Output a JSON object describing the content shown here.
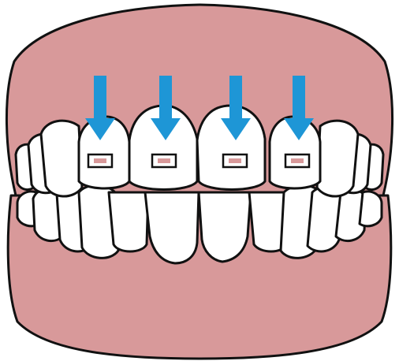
{
  "diagram": {
    "subject": "dental-braces-intrusion",
    "colors": {
      "gum": "#d8999a",
      "tooth": "#ffffff",
      "outline": "#111111",
      "arrow": "#1e96d6",
      "bracket_slot": "#d8999a"
    },
    "arrow_count": 4,
    "bracket_count": 4,
    "icons": [
      "down-arrow-icon",
      "bracket-icon"
    ]
  }
}
